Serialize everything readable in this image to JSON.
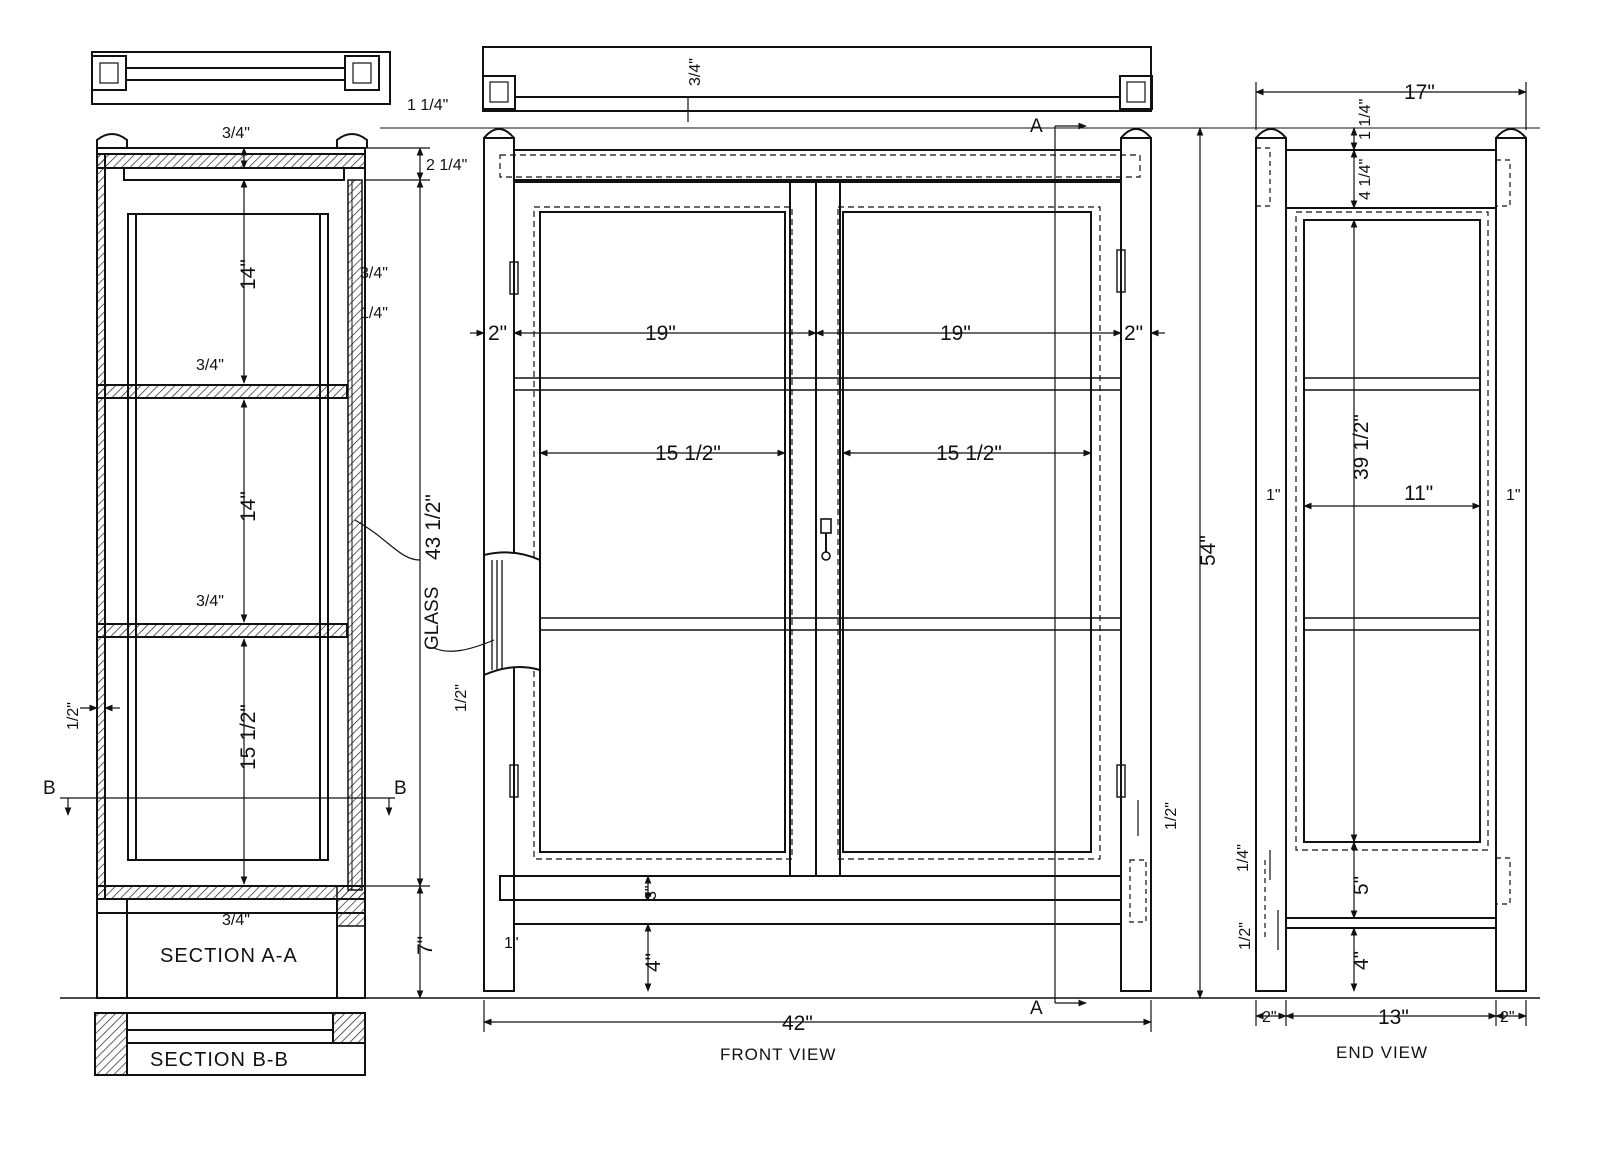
{
  "views": {
    "section_aa": {
      "title": "SECTION A-A",
      "dims": {
        "top_board": "3/4\"",
        "top_rail": "1 1/4\"",
        "apron": "2 1/4\"",
        "space_top": "14\"",
        "shelf1": "3/4\"",
        "space_mid": "14\"",
        "shelf2": "3/4\"",
        "space_bottom": "15 1/2\"",
        "bottom_board": "3/4\"",
        "door_thickness": "3/4\"",
        "glass_thickness": "1/4\"",
        "side": "1/2\"",
        "inside_height": "43 1/2\"",
        "base": "7\""
      },
      "cut_labels": {
        "left": "B",
        "right": "B"
      }
    },
    "section_bb": {
      "title": "SECTION B-B"
    },
    "front_view": {
      "title": "FRONT VIEW",
      "dims": {
        "top_board": "3/4\"",
        "post_left": "2\"",
        "door_left": "19\"",
        "door_right": "19\"",
        "post_right": "2\"",
        "glass_left": "15 1/2\"",
        "glass_right": "15 1/2\"",
        "stile": "1/2\"",
        "rail": "1/2\"",
        "bottom_rail": "3\"",
        "base_gap": "1\"",
        "foot": "4\"",
        "overall_width": "42\"",
        "overall_height": "54\""
      },
      "glass_label": "GLASS",
      "cut_labels": {
        "top": "A",
        "bottom": "A"
      }
    },
    "end_view": {
      "title": "END VIEW",
      "dims": {
        "overall_depth": "17\"",
        "top_rail": "1 1/4\"",
        "upper_rail": "4 1/4\"",
        "inside_height": "39 1/2\"",
        "inside_width": "11\"",
        "side_left": "1\"",
        "side_right": "1\"",
        "lower_rail": "5\"",
        "rail_a": "1/4\"",
        "rail_b": "1/2\"",
        "foot": "4\"",
        "post_left": "2\"",
        "between": "13\"",
        "post_right": "2\""
      }
    }
  }
}
